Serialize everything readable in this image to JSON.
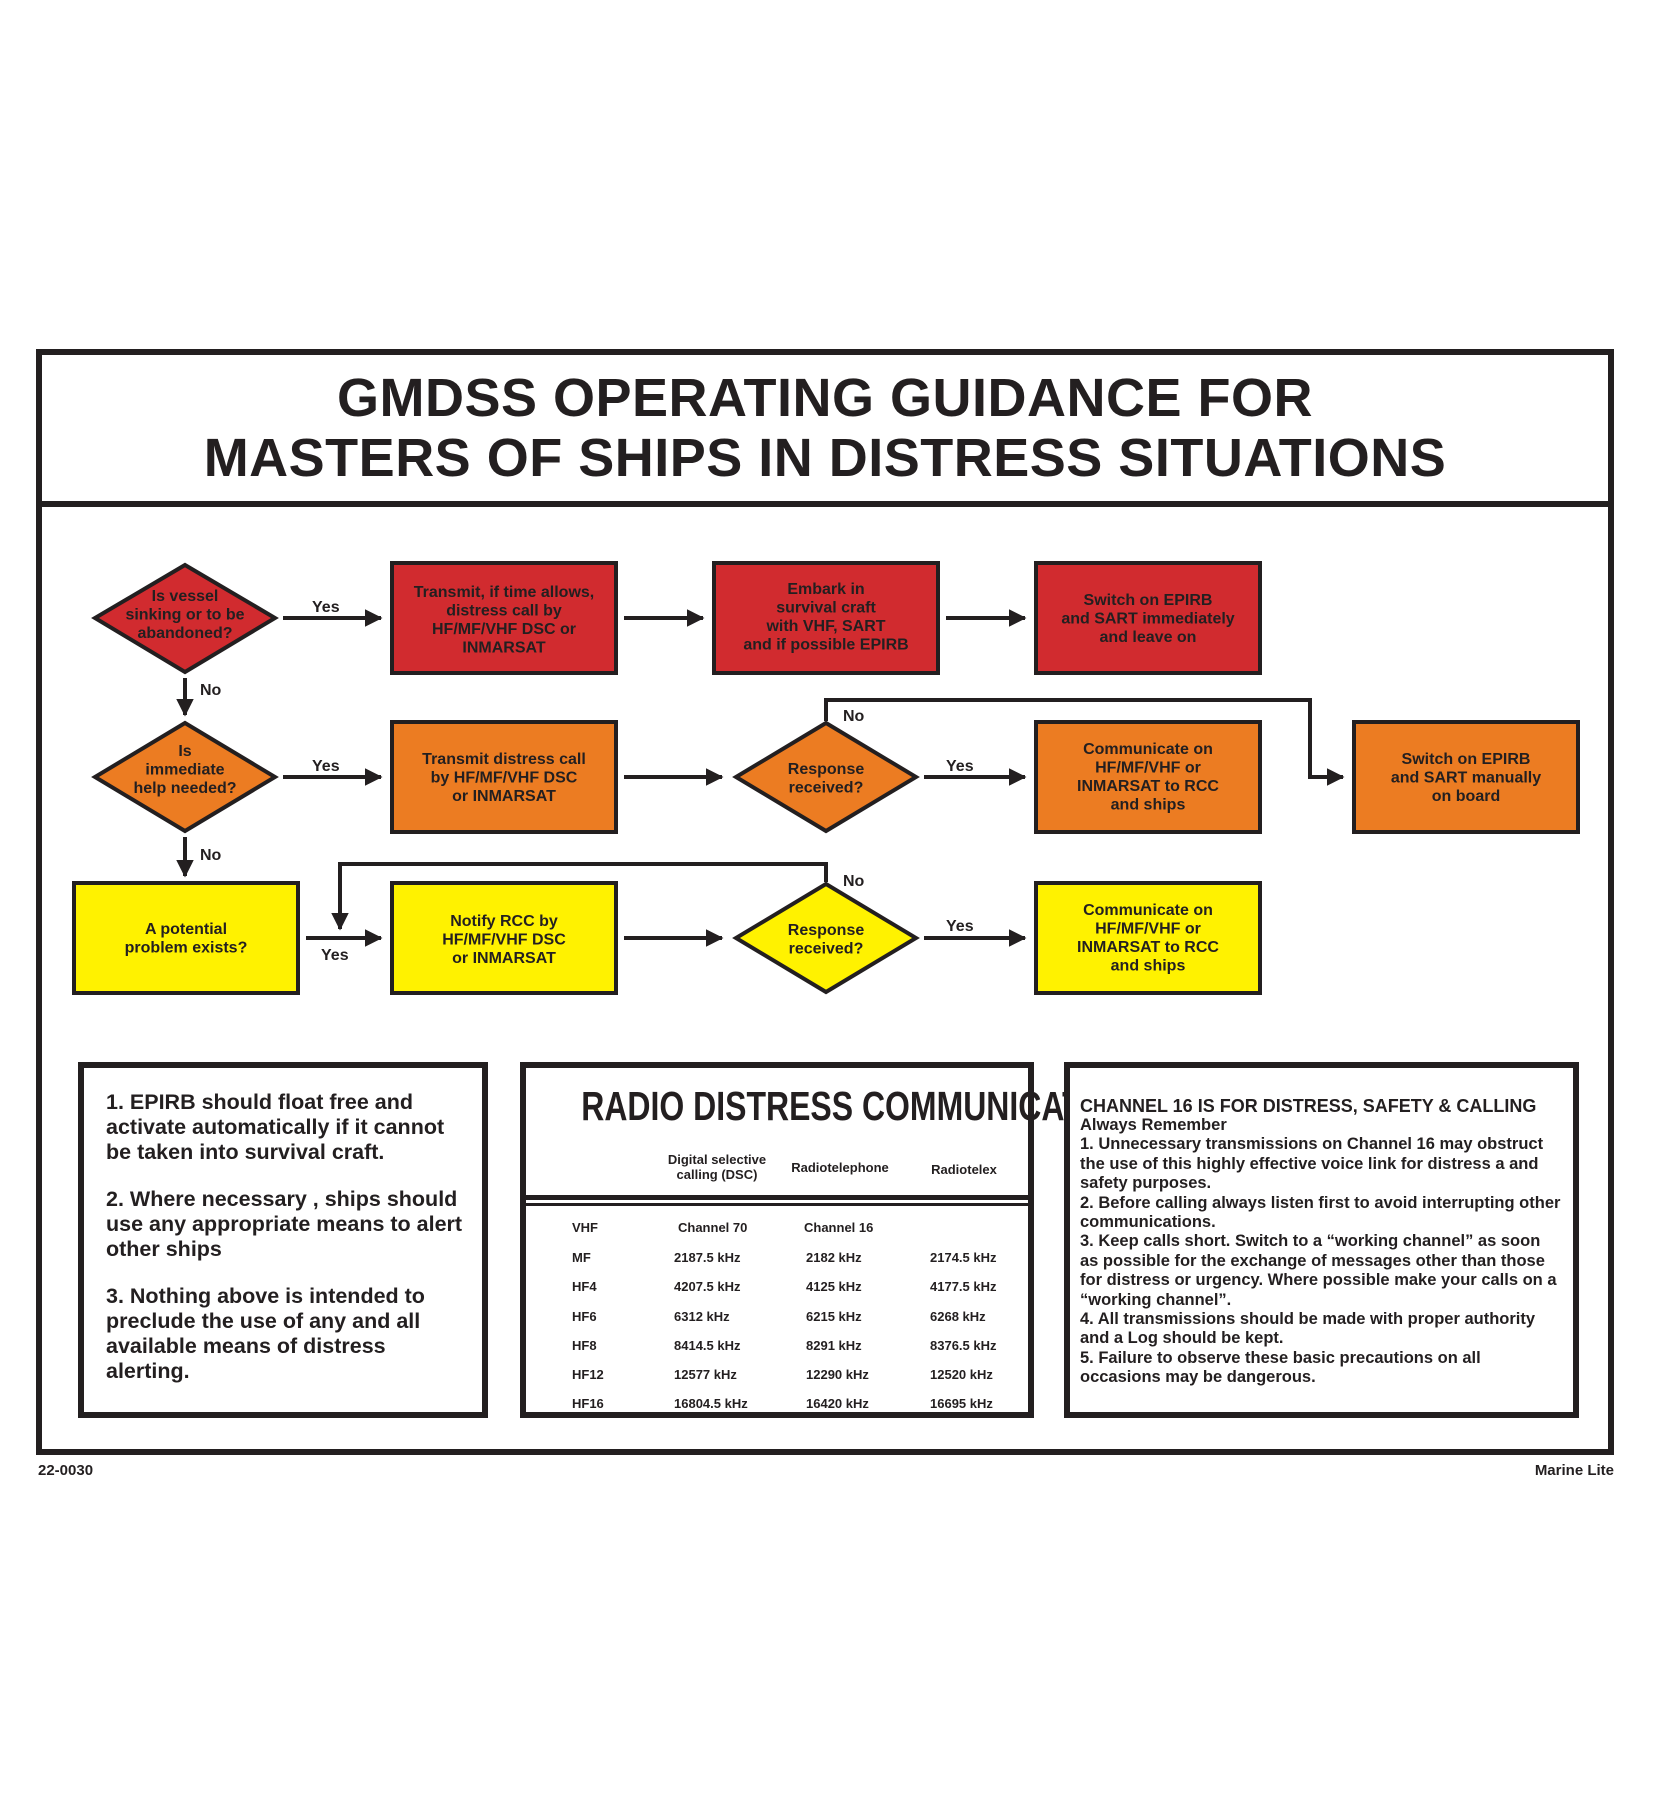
{
  "title": {
    "line1": "GMDSS OPERATING GUIDANCE FOR",
    "line2": "MASTERS OF SHIPS IN DISTRESS SITUATIONS"
  },
  "colors": {
    "red": "#d12b2f",
    "orange": "#ec7c22",
    "yellow": "#fff200",
    "ink": "#231f20"
  },
  "flow": {
    "d1": [
      "Is vessel",
      "sinking or to be",
      "abandoned?"
    ],
    "r1a": [
      "Transmit, if time allows,",
      "distress call by",
      "HF/MF/VHF DSC or",
      "INMARSAT"
    ],
    "r1b": [
      "Embark in",
      "survival craft",
      "with VHF, SART",
      "and if possible EPIRB"
    ],
    "r1c": [
      "Switch on EPIRB",
      "and SART immediately",
      "and leave on"
    ],
    "d2": [
      "Is",
      "immediate",
      "help needed?"
    ],
    "r2a": [
      "Transmit distress call",
      "by HF/MF/VHF DSC",
      "or INMARSAT"
    ],
    "d3": [
      "Response",
      "received?"
    ],
    "r2b": [
      "Communicate on",
      "HF/MF/VHF or",
      "INMARSAT to RCC",
      "and ships"
    ],
    "r2c": [
      "Switch on EPIRB",
      "and SART manually",
      "on board"
    ],
    "r3a": [
      "A potential",
      "problem exists?"
    ],
    "r3b": [
      "Notify RCC by",
      "HF/MF/VHF DSC",
      "or INMARSAT"
    ],
    "d4": [
      "Response",
      "received?"
    ],
    "r3c": [
      "Communicate on",
      "HF/MF/VHF or",
      "INMARSAT to RCC",
      "and ships"
    ],
    "yes": "Yes",
    "no": "No"
  },
  "notes": [
    "1. EPIRB should float free and activate automatically if it cannot be taken into survival craft.",
    "2. Where necessary , ships should use any appropriate means to alert other ships",
    "3. Nothing above is intended to preclude the use of any and all available means of distress alerting."
  ],
  "radio": {
    "title": "RADIO DISTRESS COMMUNICATIONS",
    "col_dsc": "Digital selective calling (DSC)",
    "col_rt": "Radiotelephone",
    "col_tx": "Radiotelex",
    "rows": [
      {
        "band": "VHF",
        "dsc": "Channel 70",
        "rt": "Channel 16",
        "tx": ""
      },
      {
        "band": "MF",
        "dsc": "2187.5   kHz",
        "rt": "2182   kHz",
        "tx": "2174.5 kHz"
      },
      {
        "band": "HF4",
        "dsc": "4207.5   kHz",
        "rt": "4125   kHz",
        "tx": "4177.5 kHz"
      },
      {
        "band": "HF6",
        "dsc": "6312       kHz",
        "rt": "6215   kHz",
        "tx": "6268     kHz"
      },
      {
        "band": "HF8",
        "dsc": "8414.5   kHz",
        "rt": "8291   kHz",
        "tx": "8376.5 kHz"
      },
      {
        "band": "HF12",
        "dsc": "12577     kHz",
        "rt": "12290 kHz",
        "tx": "12520   kHz"
      },
      {
        "band": "HF16",
        "dsc": "16804.5 kHz",
        "rt": "16420 kHz",
        "tx": "16695   kHz"
      }
    ]
  },
  "channel16": {
    "heading": "CHANNEL 16 IS FOR DISTRESS, SAFETY & CALLING",
    "sub": "Always Remember",
    "items": [
      "1. Unnecessary transmissions on Channel 16 may obstruct the use of this highly effective voice link for distress a and safety purposes.",
      "2. Before calling always listen first to avoid interrupting other communications.",
      "3. Keep calls short. Switch to a “working channel” as soon as possible for the exchange of messages other than those for distress or urgency. Where possible make your calls on a “working channel”.",
      "4. All transmissions should be made with proper authority and a Log should be kept.",
      "5. Failure to observe these basic precautions on all occasions may be dangerous."
    ]
  },
  "footer": {
    "code": "22-0030",
    "brand": "Marine Lite"
  }
}
